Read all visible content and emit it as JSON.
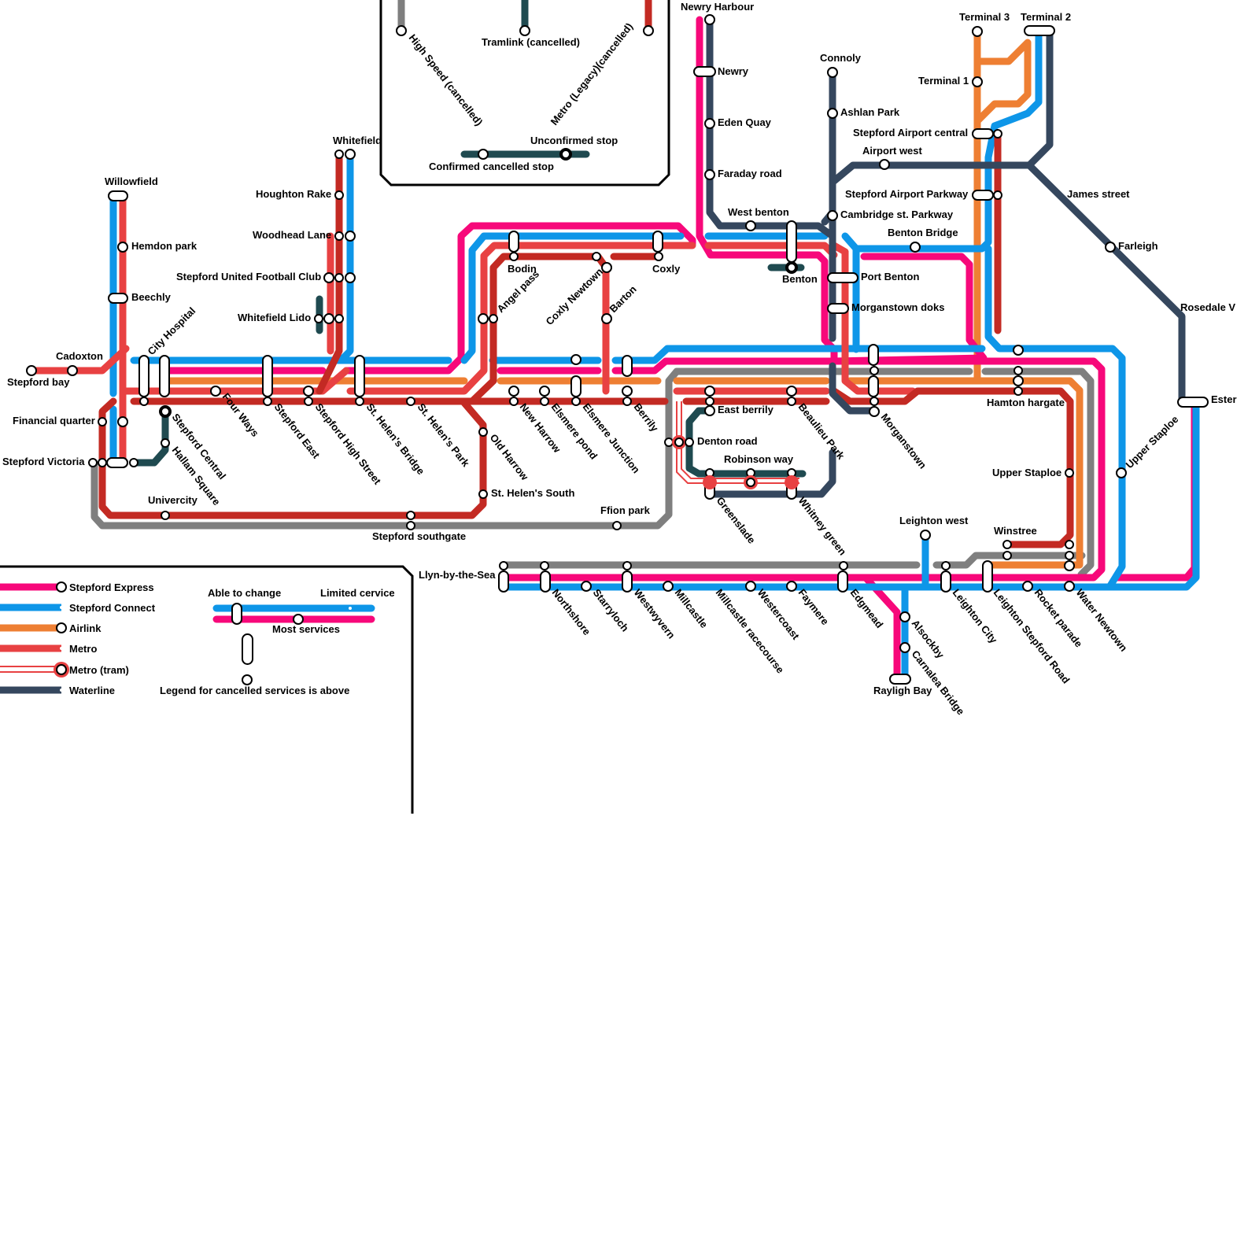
{
  "colors": {
    "express": "#f7087a",
    "connect": "#0e96e8",
    "airlink": "#ee7f33",
    "metro": "#e84142",
    "metro_dark": "#c32a23",
    "waterline": "#35475e",
    "highspeed": "#7f7f7f",
    "tramlink": "#1f4a50"
  },
  "cancelled_legend": {
    "high_speed": "High Speed (cancelled)",
    "tramlink": "Tramlink (cancelled)",
    "metro_legacy": "Metro (Legacy)(cancelled)",
    "unconfirmed": "Unconfirmed stop",
    "confirmed": "Confirmed cancelled stop"
  },
  "legend": {
    "lines": [
      {
        "name": "Stepford Express",
        "color": "#f7087a"
      },
      {
        "name": "Stepford Connect",
        "color": "#0e96e8"
      },
      {
        "name": "Airlink",
        "color": "#ee7f33"
      },
      {
        "name": "Metro",
        "color": "#e84142"
      },
      {
        "name": "Metro (tram)",
        "color": "#e84142"
      },
      {
        "name": "Waterline",
        "color": "#35475e"
      }
    ],
    "able_to_change": "Able to change",
    "limited_service": "Limited cervice",
    "most_services": "Most services",
    "cancelled_note": "Legend for cancelled services is above"
  },
  "stations": [
    {
      "id": "newry_harbour",
      "label": "Newry Harbour"
    },
    {
      "id": "newry",
      "label": "Newry"
    },
    {
      "id": "eden_quay",
      "label": "Eden Quay"
    },
    {
      "id": "faraday_road",
      "label": "Faraday road"
    },
    {
      "id": "west_benton",
      "label": "West benton"
    },
    {
      "id": "benton",
      "label": "Benton"
    },
    {
      "id": "connoly",
      "label": "Connoly"
    },
    {
      "id": "ashlan_park",
      "label": "Ashlan Park"
    },
    {
      "id": "stepford_airport_central",
      "label": "Stepford Airport central"
    },
    {
      "id": "airport_west",
      "label": "Airport west"
    },
    {
      "id": "stepford_airport_parkway",
      "label": "Stepford Airport Parkway"
    },
    {
      "id": "cambridge_st_parkway",
      "label": "Cambridge st. Parkway"
    },
    {
      "id": "benton_bridge",
      "label": "Benton Bridge"
    },
    {
      "id": "port_benton",
      "label": "Port Benton"
    },
    {
      "id": "morganstown_doks",
      "label": "Morganstown doks"
    },
    {
      "id": "terminal_3",
      "label": "Terminal 3"
    },
    {
      "id": "terminal_2",
      "label": "Terminal 2"
    },
    {
      "id": "terminal_1",
      "label": "Terminal 1"
    },
    {
      "id": "james_street",
      "label": "James street"
    },
    {
      "id": "farleigh",
      "label": "Farleigh"
    },
    {
      "id": "rosedale_v",
      "label": "Rosedale V"
    },
    {
      "id": "ester",
      "label": "Ester"
    },
    {
      "id": "whitefield",
      "label": "Whitefield"
    },
    {
      "id": "houghton_rake",
      "label": "Houghton Rake"
    },
    {
      "id": "woodhead_lane",
      "label": "Woodhead Lane"
    },
    {
      "id": "stepford_united_fc",
      "label": "Stepford United Football Club"
    },
    {
      "id": "whitefield_lido",
      "label": "Whitefield Lido"
    },
    {
      "id": "willowfield",
      "label": "Willowfield"
    },
    {
      "id": "hemdon_park",
      "label": "Hemdon park"
    },
    {
      "id": "beechly",
      "label": "Beechly"
    },
    {
      "id": "cadoxton",
      "label": "Cadoxton"
    },
    {
      "id": "stepford_bay",
      "label": "Stepford bay"
    },
    {
      "id": "city_hospital",
      "label": "City Hospital"
    },
    {
      "id": "financial_quarter",
      "label": "Financial quarter"
    },
    {
      "id": "stepford_victoria",
      "label": "Stepford Victoria"
    },
    {
      "id": "stepford_central",
      "label": "Stepford Central"
    },
    {
      "id": "hallam_square",
      "label": "Hallam Square"
    },
    {
      "id": "univercity",
      "label": "Univercity"
    },
    {
      "id": "four_ways",
      "label": "Four Ways"
    },
    {
      "id": "stepford_east",
      "label": "Stepford East"
    },
    {
      "id": "stepford_high_street",
      "label": "Stepford High Street"
    },
    {
      "id": "st_helens_bridge",
      "label": "St. Helen's Bridge"
    },
    {
      "id": "st_helens_park",
      "label": "St. Helen's Park"
    },
    {
      "id": "old_harrow",
      "label": "Old Harrow"
    },
    {
      "id": "st_helens_south",
      "label": "St. Helen's South"
    },
    {
      "id": "stepford_southgate",
      "label": "Stepford southgate"
    },
    {
      "id": "bodin",
      "label": "Bodin"
    },
    {
      "id": "angel_pass",
      "label": "Angel pass"
    },
    {
      "id": "coxly_newtown",
      "label": "Coxly Newtown"
    },
    {
      "id": "barton",
      "label": "Barton"
    },
    {
      "id": "coxly",
      "label": "Coxly"
    },
    {
      "id": "new_harrow",
      "label": "New Harrow"
    },
    {
      "id": "elsmere_pond",
      "label": "Elsmere pond"
    },
    {
      "id": "elsmere_junction",
      "label": "Elsmere Junction"
    },
    {
      "id": "berrily",
      "label": "Berrily"
    },
    {
      "id": "ffion_park",
      "label": "Ffion park"
    },
    {
      "id": "east_berrily",
      "label": "East berrily"
    },
    {
      "id": "denton_road",
      "label": "Denton road"
    },
    {
      "id": "robinson_way",
      "label": "Robinson way"
    },
    {
      "id": "greenslade",
      "label": "Greenslade"
    },
    {
      "id": "whitney_green",
      "label": "Whitney green"
    },
    {
      "id": "beaulieu_park",
      "label": "Beaulieu Park"
    },
    {
      "id": "morganstown",
      "label": "Morganstown"
    },
    {
      "id": "hamton_hargate",
      "label": "Hamton hargate"
    },
    {
      "id": "upper_staploe_w",
      "label": "Upper Staploe"
    },
    {
      "id": "upper_staploe_e",
      "label": "Upper Staploe"
    },
    {
      "id": "winstree",
      "label": "Winstree"
    },
    {
      "id": "leighton_west",
      "label": "Leighton west"
    },
    {
      "id": "llyn_by_the_sea",
      "label": "Llyn-by-the-Sea"
    },
    {
      "id": "northshore",
      "label": "Northshore"
    },
    {
      "id": "starryloch",
      "label": "Starryloch"
    },
    {
      "id": "westwyvern",
      "label": "Westwyvern"
    },
    {
      "id": "millcastle",
      "label": "Millcastle"
    },
    {
      "id": "millcastle_racecourse",
      "label": "Millcastle racecourse"
    },
    {
      "id": "westercoast",
      "label": "Westercoast"
    },
    {
      "id": "faymere",
      "label": "Faymere"
    },
    {
      "id": "edgmead",
      "label": "Edgmead"
    },
    {
      "id": "alsockby",
      "label": "Alsockby"
    },
    {
      "id": "carnalea_bridge",
      "label": "Carnalea Bridge"
    },
    {
      "id": "rayligh_bay",
      "label": "Rayligh Bay"
    },
    {
      "id": "leighton_city",
      "label": "Leighton City"
    },
    {
      "id": "leighton_stepford_road",
      "label": "Leighton Stepford Road"
    },
    {
      "id": "rocket_parade",
      "label": "Rocket parade"
    },
    {
      "id": "water_newtown",
      "label": "Water Newtown"
    }
  ]
}
